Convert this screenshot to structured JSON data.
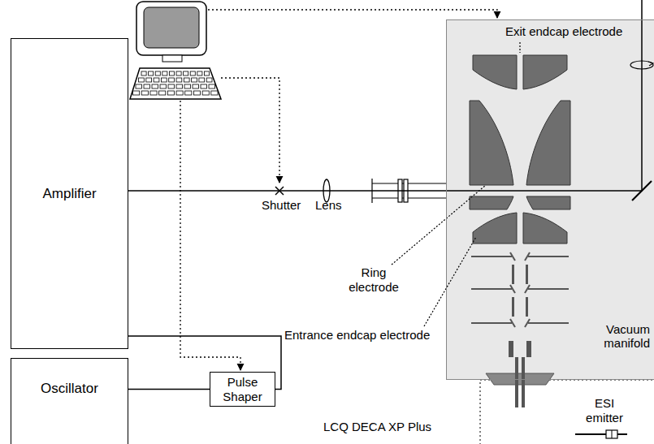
{
  "diagram": {
    "nodes": [
      {
        "text": [
          "Amplifier"
        ]
      },
      {
        "text": [
          "Oscillator"
        ]
      },
      {
        "text": [
          "Pulse Shaper"
        ]
      },
      {
        "text": [
          "Vacuum manifold"
        ]
      }
    ],
    "edges": [
      {
        "from": 1,
        "to": 2,
        "arrow": "none"
      },
      {
        "from": 2,
        "to": 0,
        "arrow": "none"
      },
      {
        "from": 0,
        "to": 3,
        "arrow": "none"
      }
    ],
    "labels": [
      "Shutter",
      "Lens",
      "Exit endcap electrode",
      "Ring electrode",
      "Entrance endcap electrode",
      "LCQ DECA XP Plus",
      "ESI emitter"
    ]
  }
}
